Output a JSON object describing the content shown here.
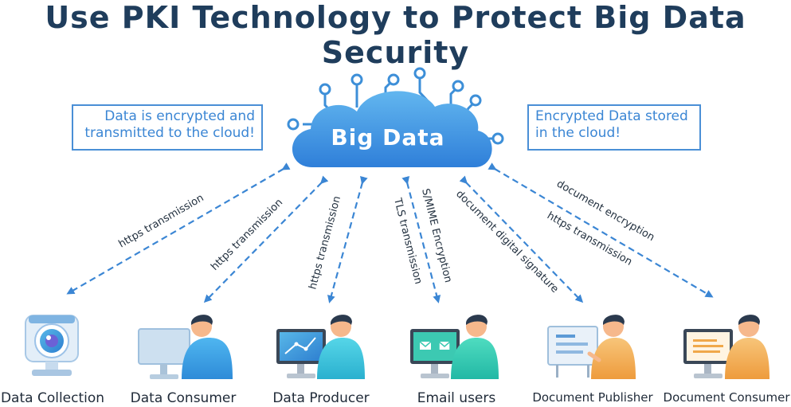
{
  "title": "Use PKI Technology to Protect Big Data Security",
  "cloud": {
    "label": "Big Data"
  },
  "callouts": {
    "left": {
      "line1": "Data is encrypted and",
      "line2": "transmitted to the cloud!"
    },
    "right": {
      "line1": "Encrypted Data stored",
      "line2": "in the cloud!"
    }
  },
  "nodes": [
    {
      "label": "Data Collection",
      "icon": "camera-icon"
    },
    {
      "label": "Data Consumer",
      "icon": "person-monitor-icon"
    },
    {
      "label": "Data Producer",
      "icon": "person-chart-monitor-icon"
    },
    {
      "label": "Email users",
      "icon": "person-email-monitor-icon"
    },
    {
      "label": "Document Publisher",
      "icon": "person-document-board-icon"
    },
    {
      "label": "Document Consumer",
      "icon": "person-document-monitor-icon"
    }
  ],
  "edges": [
    {
      "label": "https transmission"
    },
    {
      "label": "https transmission"
    },
    {
      "label": "https transmission"
    },
    {
      "label": "TLS transmission"
    },
    {
      "label": "S/MIME Encryption"
    },
    {
      "label": "document digital signature"
    },
    {
      "label": "https transmission"
    },
    {
      "label": "document encryption"
    }
  ],
  "colors": {
    "title": "#1f3d5c",
    "accent": "#3b86d4",
    "cloud_top": "#5fb2ee",
    "cloud_bottom": "#2f7fd9",
    "person": "#f0a84a"
  }
}
